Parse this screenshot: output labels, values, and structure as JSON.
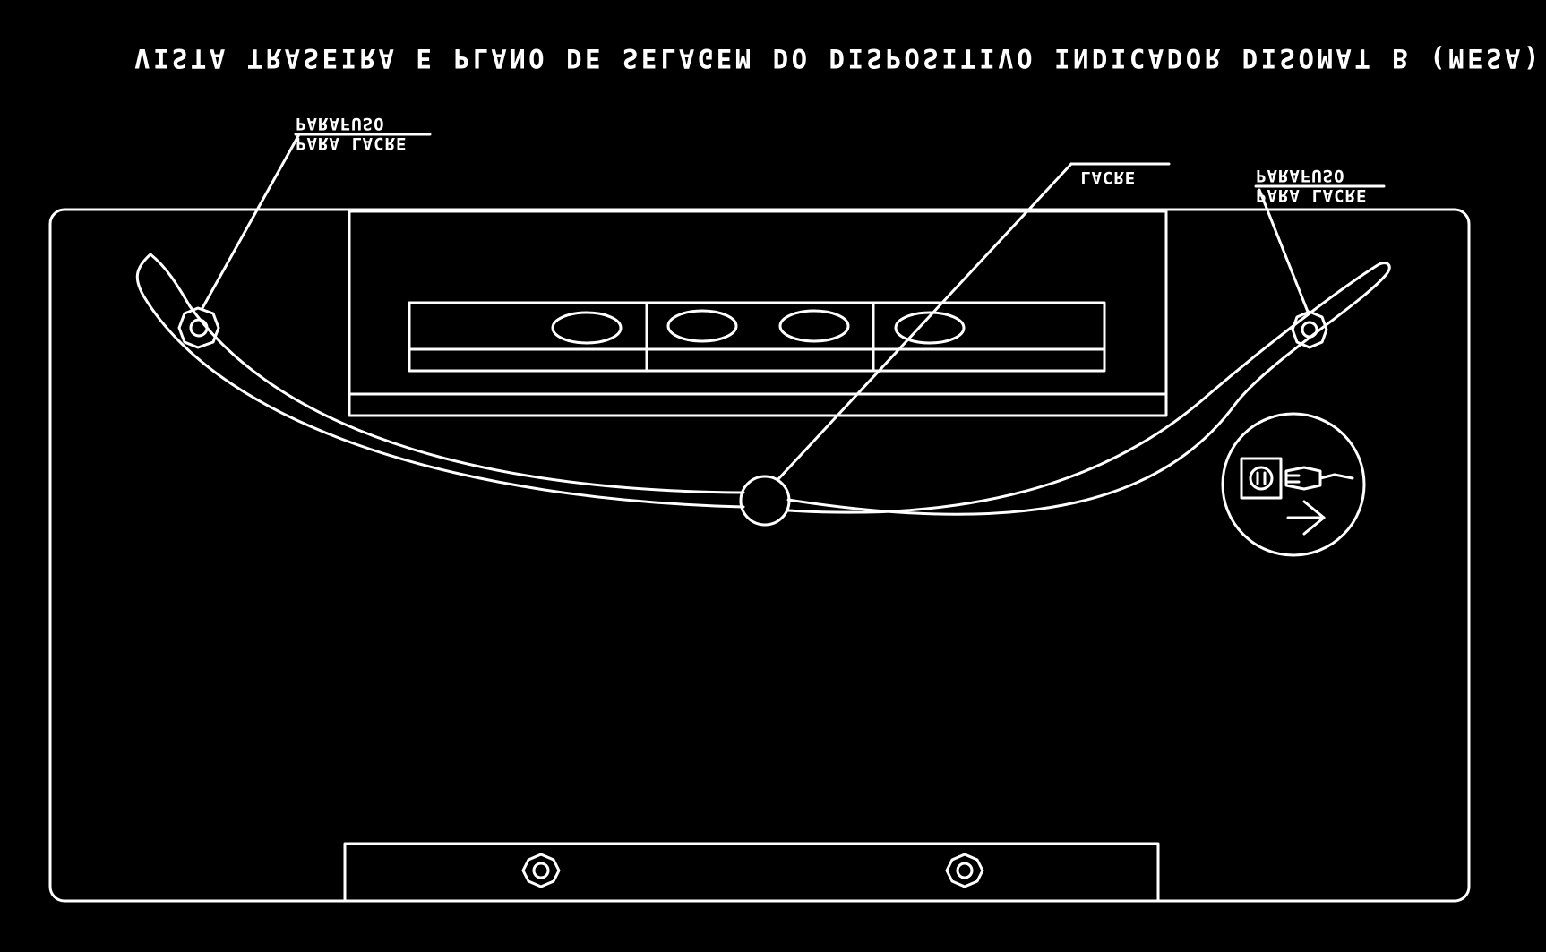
{
  "diagram": {
    "title": "VISTA TRASEIRA E PLANO DE SELAGEM DO DISPOSITIVO INDICADOR DISOMAT B (MESA)",
    "callouts": {
      "left_screw": {
        "line1": "PARA LACRE",
        "line2": "PARAFUSO"
      },
      "right_screw": {
        "line1": "PARA LACRE",
        "line2": "PARAFUSO"
      },
      "seal": {
        "label": "LACRE"
      }
    },
    "icons": {
      "power_plug": "power-plug-icon",
      "arrow": "arrow-icon"
    },
    "colors": {
      "background": "#000000",
      "line": "#ffffff"
    }
  }
}
